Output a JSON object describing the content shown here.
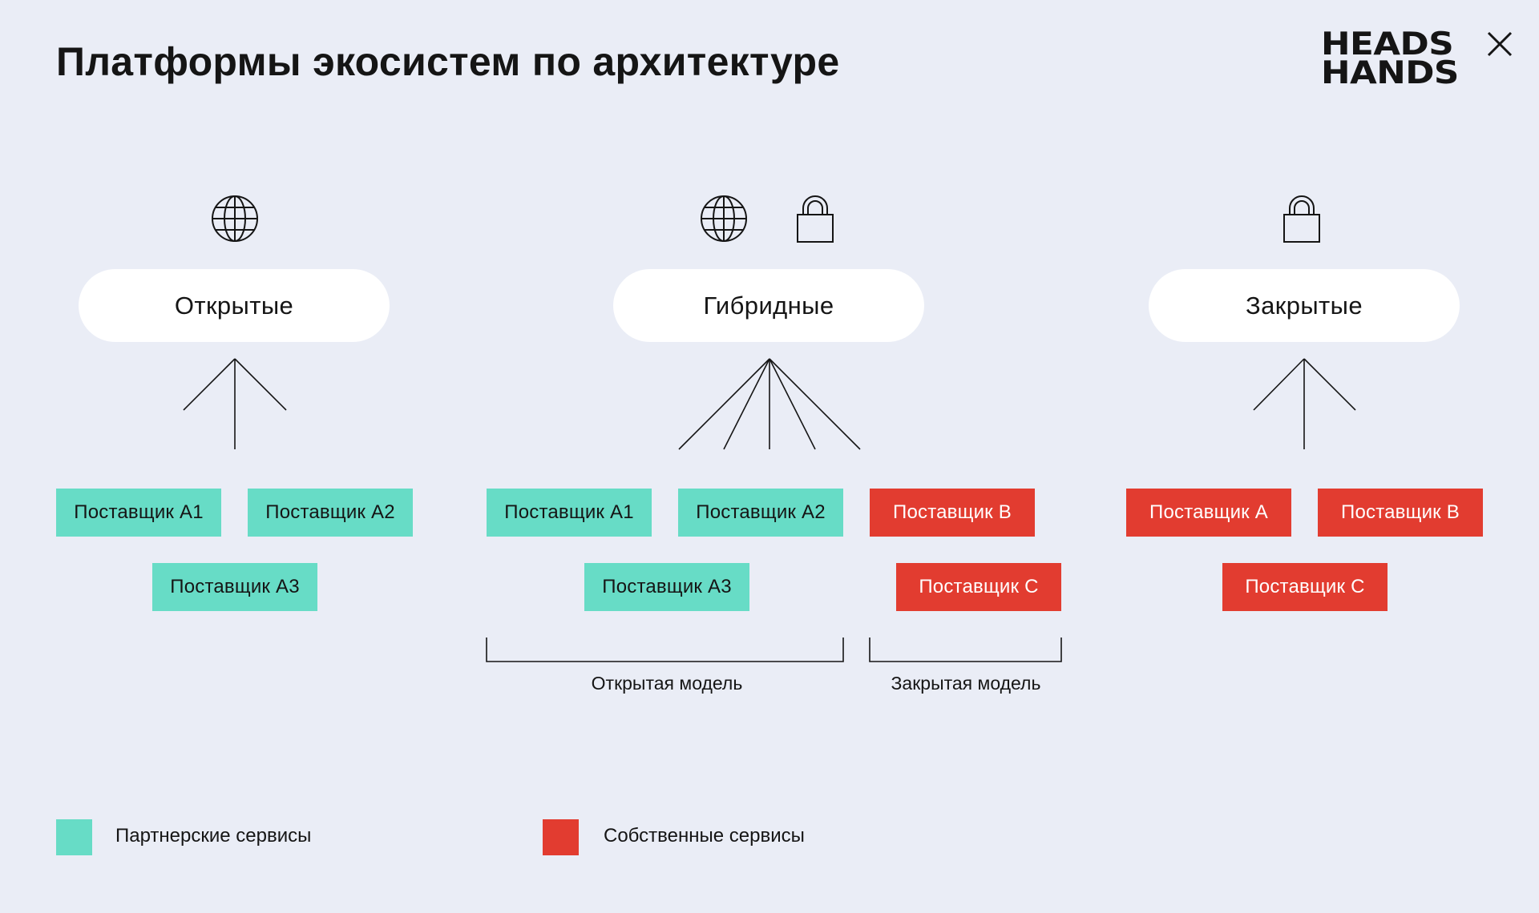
{
  "title": "Платформы экосистем по архитектуре",
  "logo": {
    "line1": "HEADS",
    "line2": "HANDS"
  },
  "colors": {
    "partner": "#67dcc6",
    "own": "#e23c30",
    "background": "#eaedf6"
  },
  "columns": {
    "open": {
      "label": "Открытые",
      "icons": [
        "globe-icon"
      ],
      "suppliers": [
        "Поставщик А1",
        "Поставщик А2",
        "Поставщик А3"
      ]
    },
    "hybrid": {
      "label": "Гибридные",
      "icons": [
        "globe-icon",
        "lock-icon"
      ],
      "suppliers_partner": [
        "Поставщик А1",
        "Поставщик А2",
        "Поставщик А3"
      ],
      "suppliers_own": [
        "Поставщик В",
        "Поставщик С"
      ],
      "open_model_label": "Открытая модель",
      "closed_model_label": "Закрытая модель"
    },
    "closed": {
      "label": "Закрытые",
      "icons": [
        "lock-icon"
      ],
      "suppliers": [
        "Поставщик А",
        "Поставщик В",
        "Поставщик С"
      ]
    }
  },
  "legend": {
    "partner_label": "Партнерские сервисы",
    "own_label": "Собственные сервисы"
  }
}
